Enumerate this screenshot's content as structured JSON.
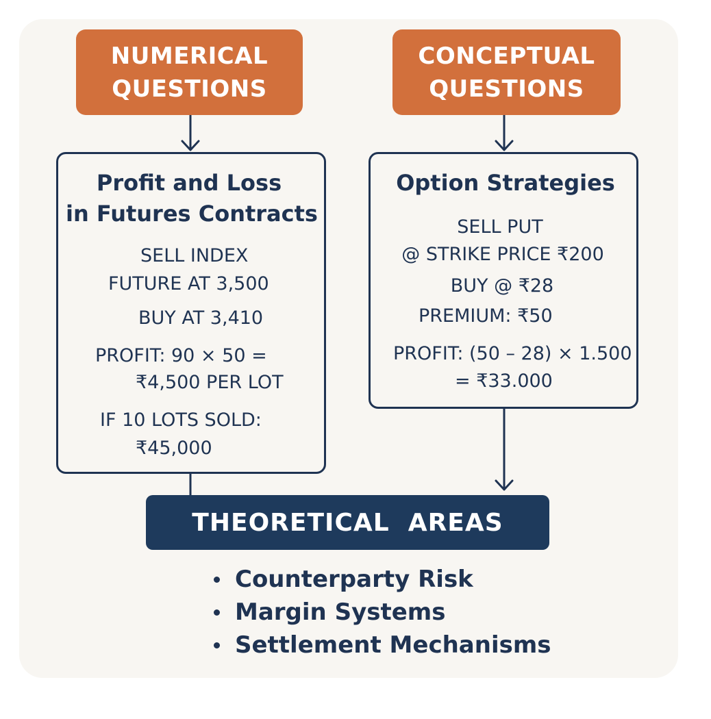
{
  "numerical": {
    "header_line1": "NUMERICAL",
    "header_line2": "QUESTIONS",
    "title_line1": "Profit and Loss",
    "title_line2": "in Futures Contracts",
    "sell_line1": "SELL INDEX",
    "sell_line2": "FUTURE AT 3,500",
    "buy": "BUY AT 3,410",
    "profit_line1": "PROFIT: 90 × 50 =",
    "profit_line2": "₹4,500 PER LOT",
    "lots_line1": "IF 10 LOTS SOLD:",
    "lots_line2": "₹45,000"
  },
  "conceptual": {
    "header_line1": "CONCEPTUAL",
    "header_line2": "QUESTIONS",
    "title": "Option Strategies",
    "sell_line1": "SELL PUT",
    "sell_line2": "@ STRIKE PRICE ₹200",
    "buy": "BUY @ ₹28",
    "premium": "PREMIUM: ₹50",
    "profit_line1": "PROFIT: (50 – 28) × 1.500",
    "profit_line2": "= ₹33.000"
  },
  "theory": {
    "title": "THEORETICAL  AREAS",
    "items": [
      "Counterparty Risk",
      "Margin Systems",
      "Settlement Mechanisms"
    ]
  },
  "colors": {
    "accent_orange": "#d2703c",
    "navy": "#1e3a5c",
    "ink": "#1f3352",
    "panel": "#f8f6f2"
  }
}
